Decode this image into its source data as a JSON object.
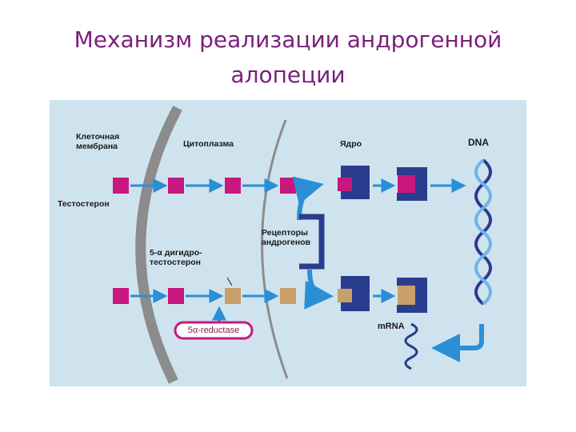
{
  "title": {
    "line1": "Механизм реализации андрогенной",
    "line2": "алопеции"
  },
  "diagram": {
    "labels": {
      "membrane": [
        "Клеточная",
        "мембрана"
      ],
      "cytoplasm": "Цитоплазма",
      "nucleus": "Ядро",
      "dna": "DNA",
      "testosterone": "Тестостерон",
      "receptors": [
        "Рецепторы",
        "андрогенов"
      ],
      "dht": [
        "5-α дигидро-",
        "тестостерон"
      ],
      "reductase": "5α-reductase",
      "mrna": "mRNA"
    },
    "colors": {
      "background": "#cfe3ee",
      "testosterone": "#c8177e",
      "dht": "#c9a06c",
      "receptor": "#2a3c8e",
      "arrow": "#2b8fd6",
      "membrane": "#8c8c8c",
      "enzyme_border": "#c8177e"
    }
  }
}
